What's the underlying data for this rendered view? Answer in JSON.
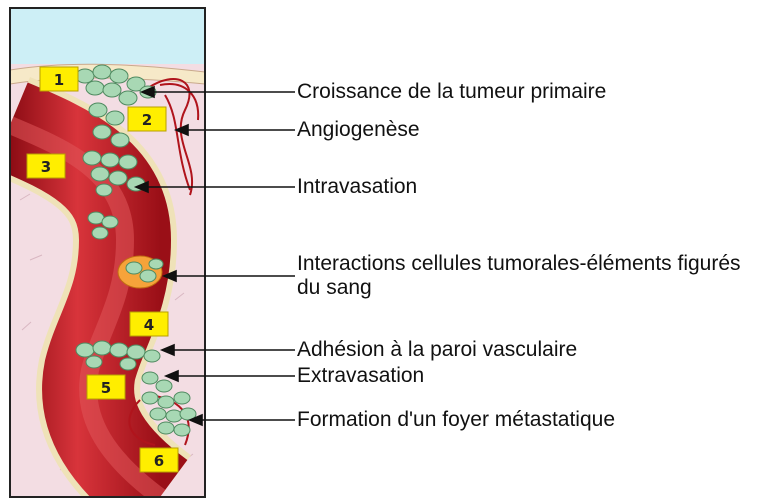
{
  "stage_markers": [
    "1",
    "2",
    "3",
    "4",
    "5",
    "6"
  ],
  "labels": [
    "Croissance de la tumeur primaire",
    "Angiogenèse",
    "Intravasation",
    "Interactions cellules tumorales-éléments figurés du sang",
    "Adhésion à la paroi vasculaire",
    "Extravasation",
    "Formation d'un foyer métastatique"
  ],
  "colors": {
    "vessel": "#b0141c",
    "vessel_highlight": "#d8343b",
    "tissue": "#f3dde3",
    "fluid": "#cdeff6",
    "cells": "#a8d8b4",
    "cell_stroke": "#4f8a60",
    "marker_fill": "#ffee00",
    "marker_stroke": "#b8a000"
  }
}
